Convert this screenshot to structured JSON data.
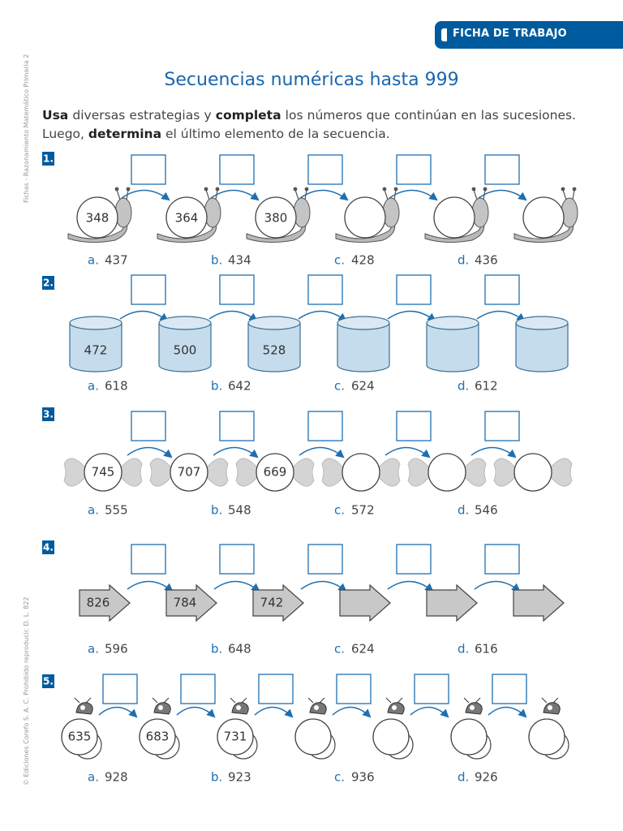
{
  "header": {
    "badge": "FICHA DE TRABAJO"
  },
  "side_notes": {
    "top": "Fichas - Razonamiento Matemático Primaria 2",
    "bottom": "© Ediciones Corefo S. A. C. Prohibido reproducir. D. L. 822"
  },
  "title": "Secuencias numéricas hasta 999",
  "instructions": {
    "w1": "Usa",
    "t1": " diversas estrategias y ",
    "w2": "completa",
    "t2": " los números que continúan en las sucesiones. Luego, ",
    "w3": "determina",
    "t3": " el último elemento de la secuencia."
  },
  "exercises": [
    {
      "number": "1.",
      "figure": "snail",
      "values": [
        "348",
        "364",
        "380",
        "",
        "",
        ""
      ],
      "options": [
        {
          "letter": "a.",
          "value": "437"
        },
        {
          "letter": "b.",
          "value": "434"
        },
        {
          "letter": "c.",
          "value": "428"
        },
        {
          "letter": "d.",
          "value": "436"
        }
      ]
    },
    {
      "number": "2.",
      "figure": "cylinder",
      "values": [
        "472",
        "500",
        "528",
        "",
        "",
        ""
      ],
      "options": [
        {
          "letter": "a.",
          "value": "618"
        },
        {
          "letter": "b.",
          "value": "642"
        },
        {
          "letter": "c.",
          "value": "624"
        },
        {
          "letter": "d.",
          "value": "612"
        }
      ]
    },
    {
      "number": "3.",
      "figure": "candy",
      "values": [
        "745",
        "707",
        "669",
        "",
        "",
        ""
      ],
      "options": [
        {
          "letter": "a.",
          "value": "555"
        },
        {
          "letter": "b.",
          "value": "548"
        },
        {
          "letter": "c.",
          "value": "572"
        },
        {
          "letter": "d.",
          "value": "546"
        }
      ]
    },
    {
      "number": "4.",
      "figure": "arrow",
      "values": [
        "826",
        "784",
        "742",
        "",
        "",
        ""
      ],
      "options": [
        {
          "letter": "a.",
          "value": "596"
        },
        {
          "letter": "b.",
          "value": "648"
        },
        {
          "letter": "c.",
          "value": "624"
        },
        {
          "letter": "d.",
          "value": "616"
        }
      ]
    },
    {
      "number": "5.",
      "figure": "ladybug",
      "values": [
        "635",
        "683",
        "731",
        "",
        "",
        "",
        ""
      ],
      "options": [
        {
          "letter": "a.",
          "value": "928"
        },
        {
          "letter": "b.",
          "value": "923"
        },
        {
          "letter": "c.",
          "value": "936"
        },
        {
          "letter": "d.",
          "value": "926"
        }
      ]
    }
  ],
  "colors": {
    "accent": "#005a9e",
    "title": "#1a66ae",
    "cylinder_fill": "#c5dcec",
    "arrow_fill": "#c8c8c8",
    "wing_fill": "#d4d4d4"
  }
}
